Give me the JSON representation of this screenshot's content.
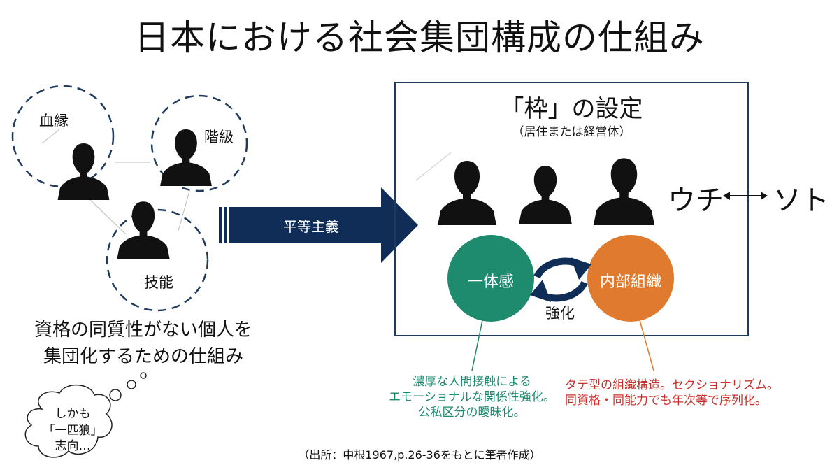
{
  "title": "日本における社会集団構成の仕組み",
  "left": {
    "labels": {
      "blood": "血縁",
      "class": "階級",
      "skill": "技能"
    },
    "description_line1": "資格の同質性がない個人を",
    "description_line2": "集団化するための仕組み",
    "thought": {
      "line1": "しかも",
      "line2": "「一匹狼」",
      "line3": "志向…"
    }
  },
  "arrow": {
    "label": "平等主義"
  },
  "frame": {
    "title": "「枠」の設定",
    "subtitle": "（居住または経営体）",
    "uchi": "ウチ",
    "soto": "ソト"
  },
  "cycle": {
    "left_circle": "一体感",
    "right_circle": "内部組織",
    "center_label": "強化"
  },
  "notes": {
    "green_line1": "濃厚な人間接触による",
    "green_line2": "エモーショナルな関係性強化。",
    "green_line3": "公私区分の曖昧化。",
    "red_line1": "タテ型の組織構造。セクショナリズム。",
    "red_line2": "同資格・同能力でも年次等で序列化。"
  },
  "source": "（出所：中根1967,p.26-36をもとに筆者作成）",
  "colors": {
    "navy": "#0f2d57",
    "green": "#1e8a6e",
    "orange": "#e07a2e",
    "green_text": "#1e8a6e",
    "red_text": "#c8312b"
  }
}
